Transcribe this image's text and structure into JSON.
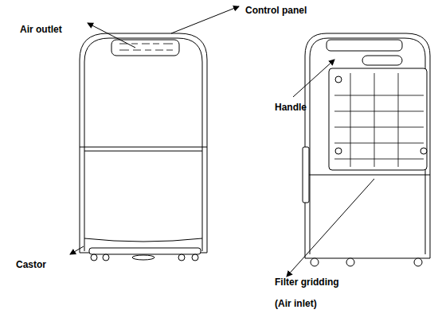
{
  "diagram": {
    "labels": [
      "Air outlet",
      "Control panel",
      "Handle",
      "Castor",
      "Filter gridding",
      "(Air inlet)"
    ]
  }
}
